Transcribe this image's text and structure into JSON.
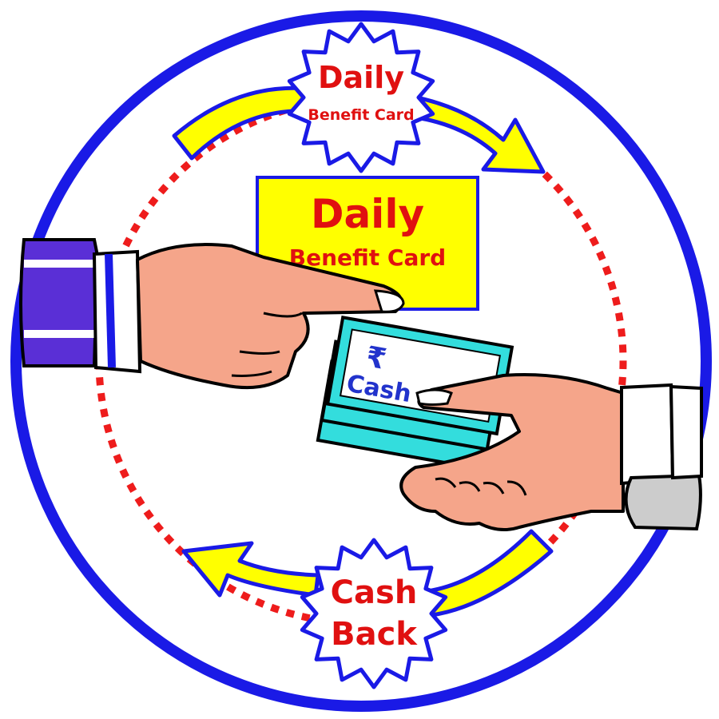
{
  "top_badge": {
    "line1": "Daily",
    "line2": "Benefit Card"
  },
  "card": {
    "line1": "Daily",
    "line2": "Benefit Card"
  },
  "cash_note": {
    "symbol": "₹",
    "label": "Cash"
  },
  "bottom_badge": {
    "line1": "Cash",
    "line2": "Back"
  },
  "colors": {
    "ring": "#1a1ae6",
    "dotted_circle": "#ee1c1c",
    "arrow_fill": "#ffff00",
    "arrow_outline": "#1a1ae6",
    "card_fill": "#ffff00",
    "text_red": "#e01010",
    "note_fill": "#33dddd",
    "sleeve_left": "#5a2fd6",
    "sleeve_right": "#cccccc",
    "skin": "#f5a58a"
  }
}
